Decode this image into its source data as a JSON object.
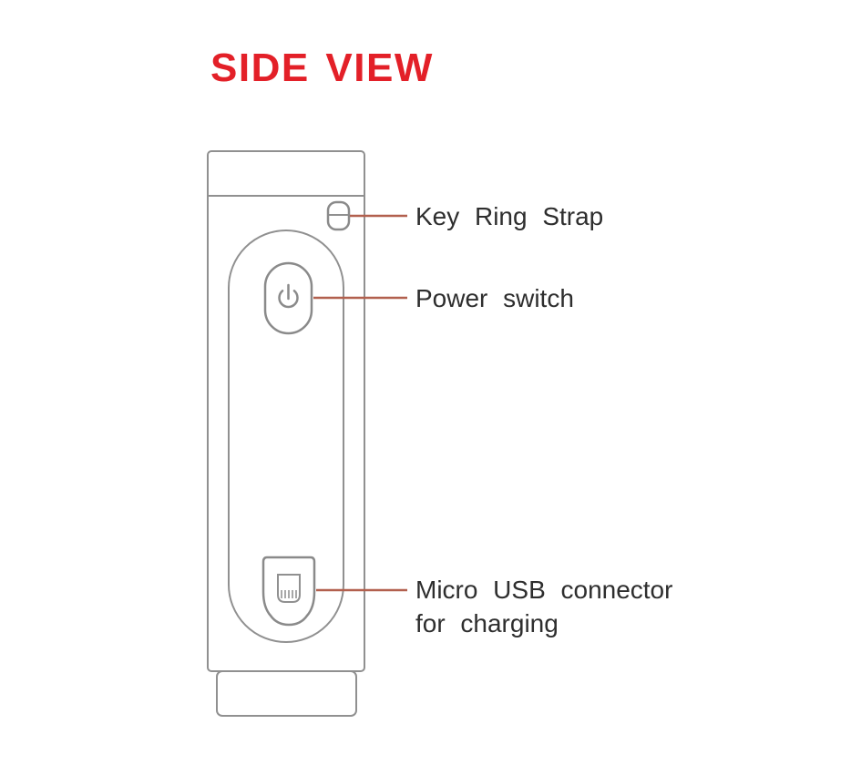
{
  "title": "SIDE VIEW",
  "callouts": [
    {
      "id": "key-ring-strap",
      "label": "Key Ring Strap"
    },
    {
      "id": "power-switch",
      "label": "Power switch"
    },
    {
      "id": "micro-usb-connector",
      "label_line1": "Micro USB connector",
      "label_line2": "for charging"
    }
  ],
  "icons": {
    "power_button_glyph": "power-symbol",
    "strap_hole_glyph": "key-ring-strap-hole",
    "usb_port_glyph": "micro-usb-port"
  },
  "colors": {
    "title": "#e32028",
    "callout": "#b2604e",
    "outline": "#909090",
    "text": "#2e2e2e",
    "background": "#ffffff"
  }
}
